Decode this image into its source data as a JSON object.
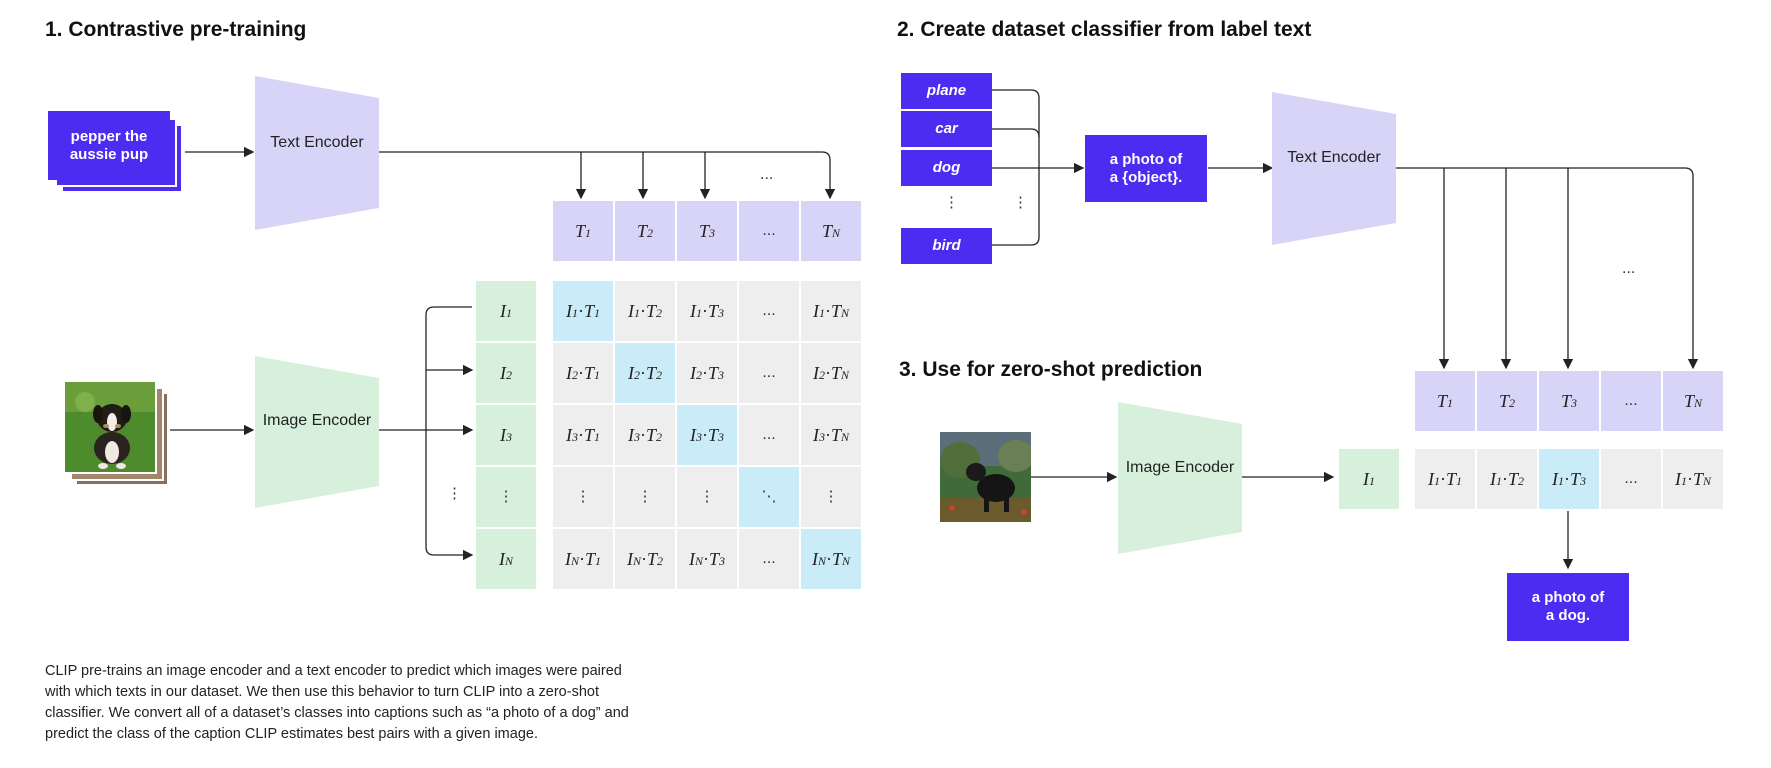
{
  "headings": {
    "pretraining": "1. Contrastive pre-training",
    "classifier": "2. Create dataset classifier from label text",
    "zeroshot": "3. Use for zero-shot prediction"
  },
  "panel1": {
    "text_input": "pepper the aussie pup",
    "text_encoder": "Text Encoder",
    "image_encoder": "Image Encoder",
    "text_embeddings": [
      "T1",
      "T2",
      "T3",
      "...",
      "TN"
    ],
    "image_embeddings": [
      "I1",
      "I2",
      "I3",
      "⋮",
      "IN"
    ],
    "matrix_rows": [
      [
        "I1·T1",
        "I1·T2",
        "I1·T3",
        "...",
        "I1·TN"
      ],
      [
        "I2·T1",
        "I2·T2",
        "I2·T3",
        "...",
        "I2·TN"
      ],
      [
        "I3·T1",
        "I3·T2",
        "I3·T3",
        "...",
        "I3·TN"
      ],
      [
        "⋮",
        "⋮",
        "⋮",
        "⋱",
        "⋮"
      ],
      [
        "IN·T1",
        "IN·T2",
        "IN·T3",
        "...",
        "IN·TN"
      ]
    ],
    "ellipsis": "..."
  },
  "panel2": {
    "labels": [
      "plane",
      "car",
      "dog",
      "⋮",
      "bird"
    ],
    "template_line1": "a photo of",
    "template_line2": "a {object}.",
    "text_encoder": "Text Encoder",
    "ellipsis": "..."
  },
  "panel3": {
    "image_encoder": "Image Encoder",
    "image_embedding": "I1",
    "text_embeddings": [
      "T1",
      "T2",
      "T3",
      "...",
      "TN"
    ],
    "scores": [
      "I1·T1",
      "I1·T2",
      "I1·T3",
      "...",
      "I1·TN"
    ],
    "output_line1": "a photo of",
    "output_line2": "a dog."
  },
  "caption": "CLIP pre-trains an image encoder and a text encoder to predict which images were paired with which texts in our dataset. We then use this behavior to turn CLIP into a zero-shot classifier. We convert all of a dataset’s classes into captions such as “a photo of a dog” and predict the class of the caption CLIP estimates best pairs with a given image.",
  "colors": {
    "purple": "#4b2cf0",
    "text_embedding": "#d8d4f7",
    "image_embedding": "#d6f0dc",
    "matrix": "#eeeeee",
    "highlight": "#c9ecf8"
  }
}
